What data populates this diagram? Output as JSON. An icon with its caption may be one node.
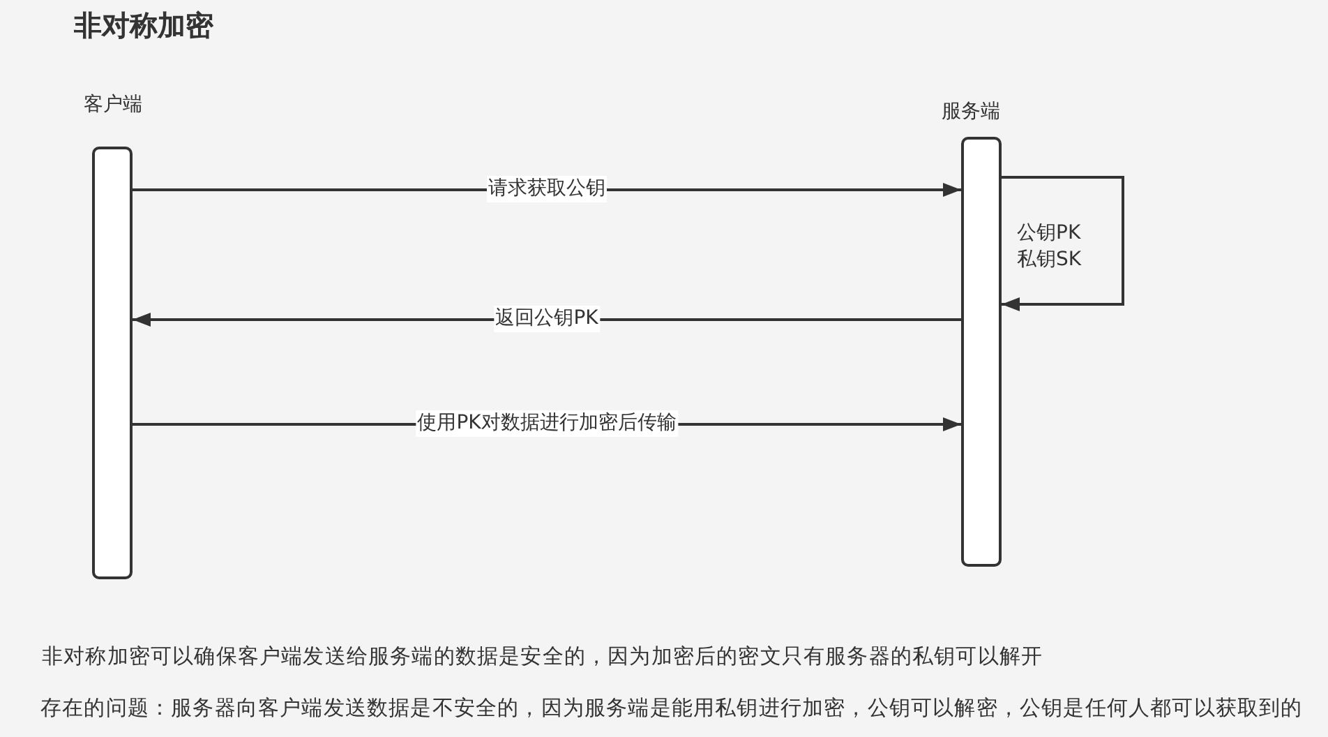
{
  "diagram": {
    "title": "非对称加密",
    "nodes": [
      {
        "text": [
          "客户端"
        ]
      },
      {
        "text": [
          "服务端"
        ]
      }
    ],
    "edges": [
      {
        "from": 0,
        "to": 1,
        "arrow": "to",
        "label": "请求获取公钥"
      },
      {
        "from": 1,
        "to": 1,
        "arrow": "to",
        "label": "公钥PK 私钥SK"
      },
      {
        "from": 1,
        "to": 0,
        "arrow": "to",
        "label": "返回公钥PK"
      },
      {
        "from": 0,
        "to": 1,
        "arrow": "to",
        "label": "使用PK对数据进行加密后传输"
      }
    ],
    "labels": [
      "非对称加密可以确保客户端发送给服务端的数据是安全的，因为加密后的密文只有服务器的私钥可以解开",
      "存在的问题：服务器向客户端发送数据是不安全的，因为服务端是能用私钥进行加密，公钥可以解密，公钥是任何人都可以获取到的"
    ]
  }
}
